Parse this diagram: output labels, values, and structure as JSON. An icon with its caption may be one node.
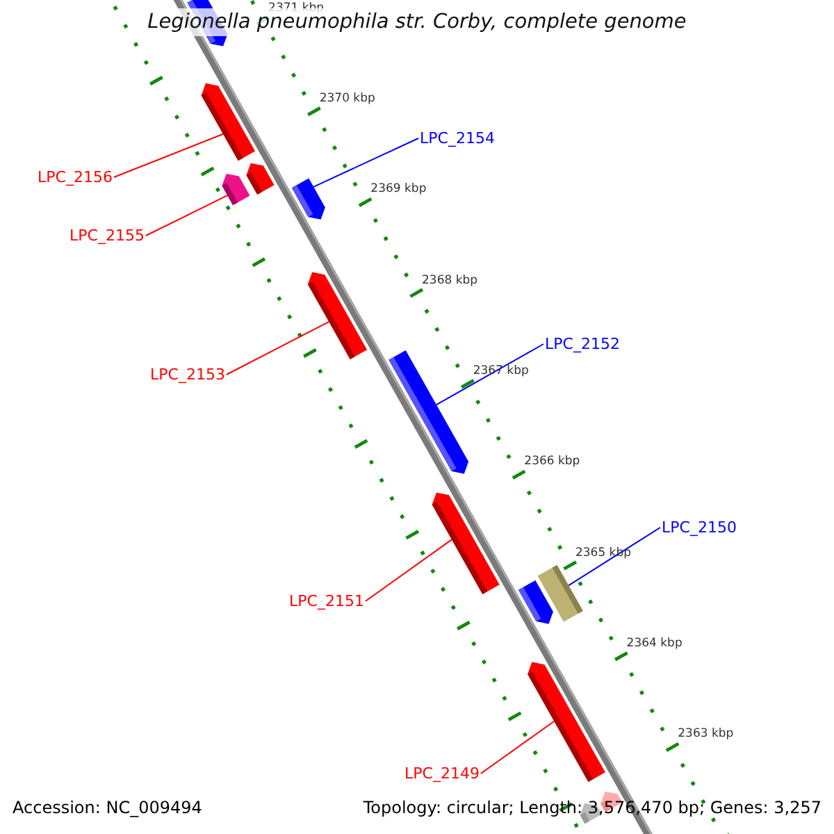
{
  "diagram": {
    "title": "Legionella pneumophila str. Corby, complete genome",
    "nodes": [
      {
        "text": [],
        "shape": "arrow"
      },
      {
        "text": [
          "LPC_2154"
        ]
      },
      {
        "text": [],
        "shape": "arrow"
      },
      {
        "text": [
          "LPC_2156"
        ]
      },
      {
        "text": [],
        "shape": "arrow"
      },
      {
        "text": [],
        "shape": "arrow"
      },
      {
        "text": [],
        "shape": "arrow"
      },
      {
        "text": [
          "LPC_2155"
        ]
      },
      {
        "text": [],
        "shape": "arrow"
      },
      {
        "text": [
          "LPC_2152"
        ]
      },
      {
        "text": [],
        "shape": "arrow"
      },
      {
        "text": [
          "LPC_2153"
        ]
      },
      {
        "text": [],
        "shape": "arrow"
      },
      {
        "text": [
          "LPC_2150"
        ]
      },
      {
        "text": [],
        "shape": "arrow"
      },
      {
        "text": [],
        "shape": "box"
      },
      {
        "text": [
          "LPC_2151"
        ]
      },
      {
        "text": [],
        "shape": "arrow"
      },
      {
        "text": [
          "LPC_2149"
        ]
      },
      {
        "text": [],
        "shape": "arrow"
      },
      {
        "text": [],
        "shape": "arrow"
      }
    ],
    "edges": [
      {
        "from": 3,
        "to": 2,
        "arrow": "none"
      },
      {
        "from": 7,
        "to": 5,
        "arrow": "none"
      },
      {
        "from": 1,
        "to": 6,
        "arrow": "none",
        "color": "#0000ff"
      },
      {
        "from": 11,
        "to": 8,
        "arrow": "none"
      },
      {
        "from": 9,
        "to": 10,
        "arrow": "none",
        "color": "#0000ff"
      },
      {
        "from": 16,
        "to": 12,
        "arrow": "none"
      },
      {
        "from": 13,
        "to": 15,
        "arrow": "none",
        "color": "#0000ff"
      },
      {
        "from": 18,
        "to": 17,
        "arrow": "none"
      }
    ],
    "labels": [
      "2371 kbp",
      "2370 kbp",
      "2369 kbp",
      "2368 kbp",
      "2367 kbp",
      "2366 kbp",
      "2365 kbp",
      "2364 kbp",
      "2363 kbp",
      "Accession: NC_009494",
      "Topology: circular; Length: 3,576,470 bp; Genes: 3,257"
    ]
  }
}
